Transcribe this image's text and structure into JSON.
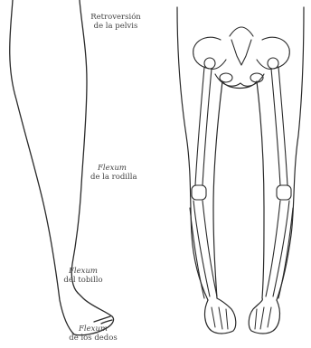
{
  "labels": {
    "pelvis": {
      "line1": "Retroversión",
      "line2": "de la pelvis"
    },
    "knee": {
      "line1": "Flexum",
      "line2": "de la rodilla"
    },
    "ankle": {
      "line1": "Flexum",
      "line2": "del tobillo"
    },
    "toes": {
      "line1": "Flexum",
      "line2": "de los dedos"
    }
  },
  "colors": {
    "ink": "#2a2a2a",
    "label": "#444444",
    "background": "#ffffff"
  }
}
